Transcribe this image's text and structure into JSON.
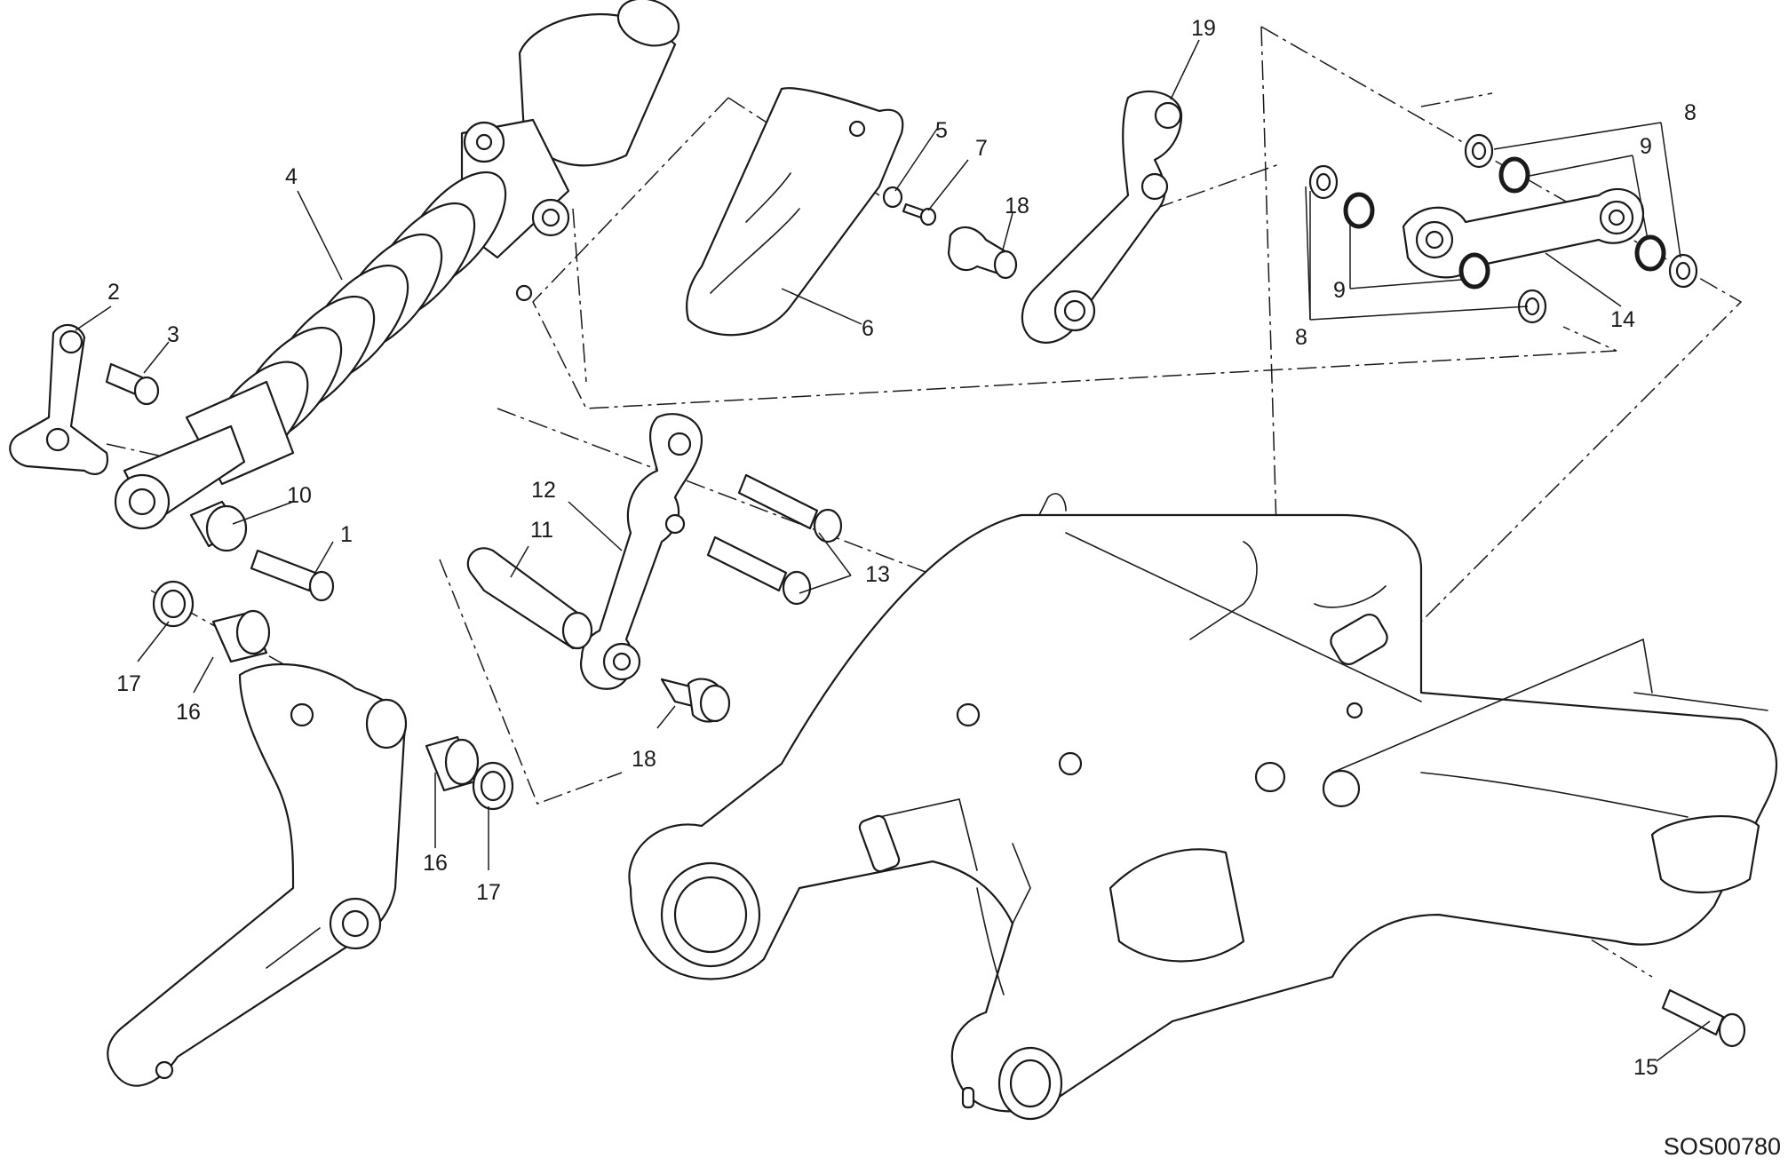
{
  "diagram": {
    "drawing_code": "SOS00780",
    "callouts": {
      "c1": "1",
      "c2": "2",
      "c3": "3",
      "c4": "4",
      "c5": "5",
      "c6": "6",
      "c7": "7",
      "c8a": "8",
      "c8b": "8",
      "c9a": "9",
      "c9b": "9",
      "c10": "10",
      "c11": "11",
      "c12": "12",
      "c13": "13",
      "c14": "14",
      "c15": "15",
      "c16a": "16",
      "c16b": "16",
      "c17a": "17",
      "c17b": "17",
      "c18a": "18",
      "c18b": "18",
      "c19": "19"
    }
  }
}
